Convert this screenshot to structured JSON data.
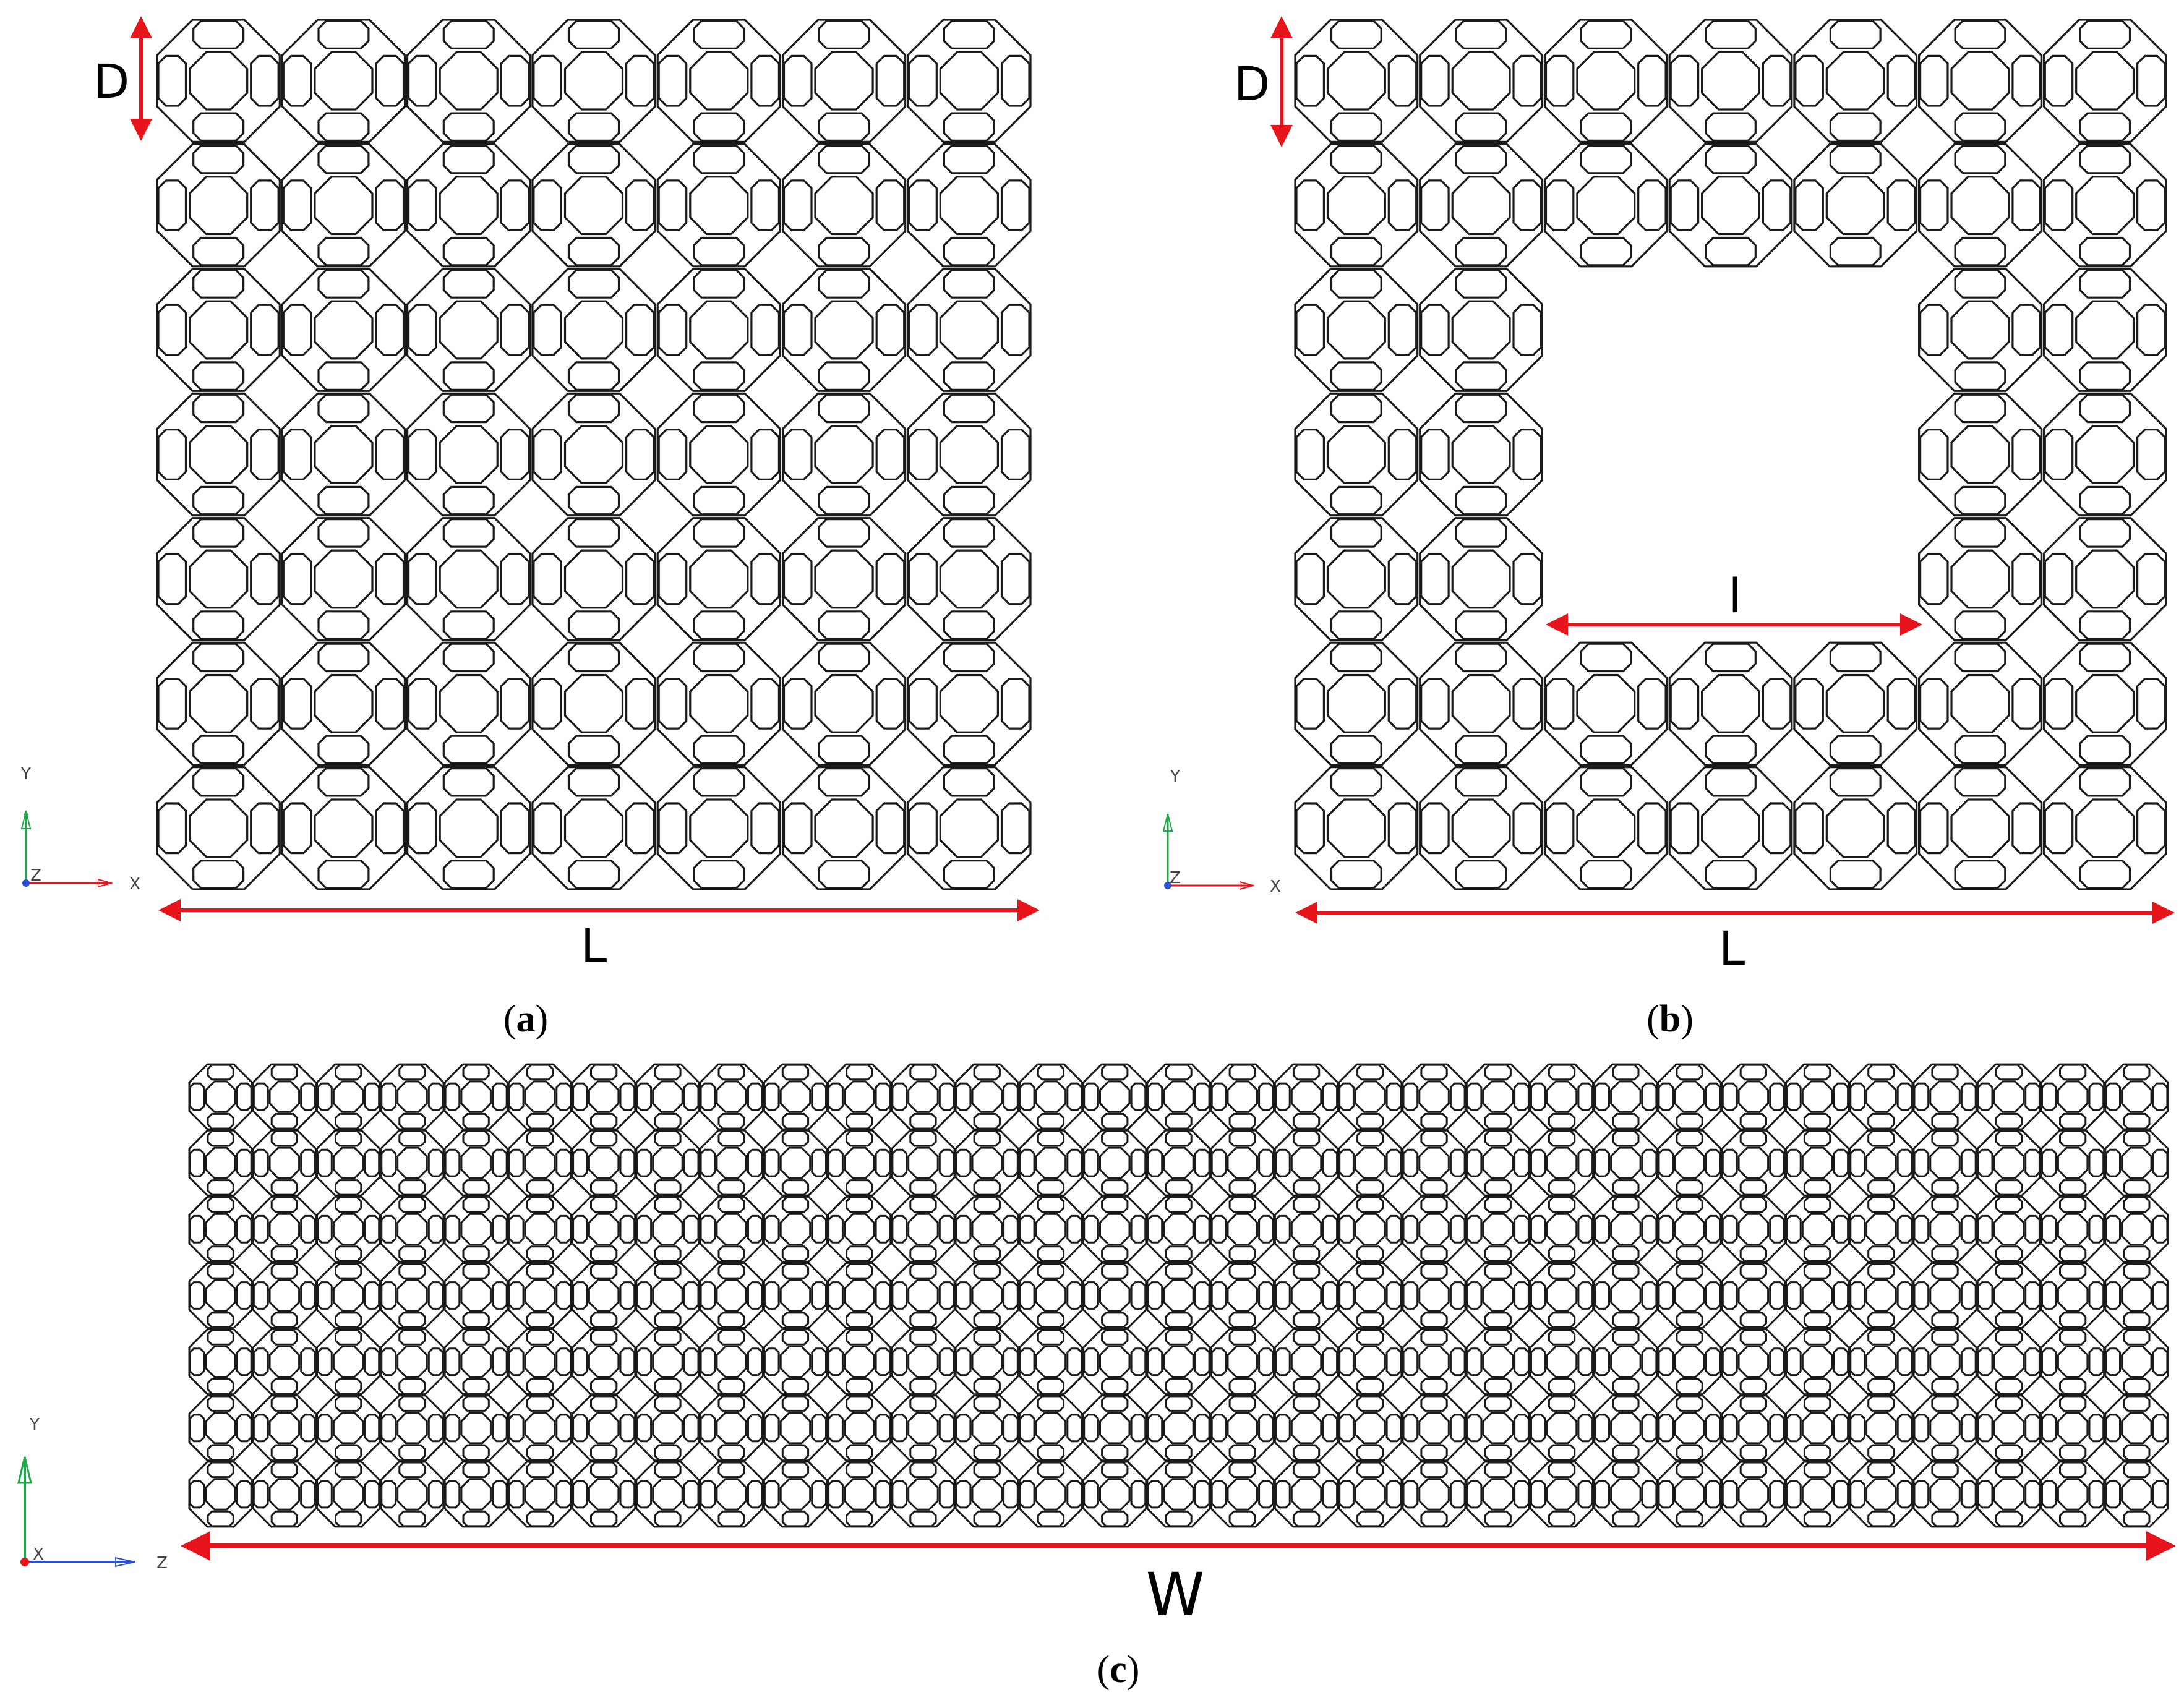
{
  "panels": [
    {
      "id": "a",
      "caption": "a",
      "cols": 7,
      "rows": 7,
      "hole": null,
      "dims": {
        "depth": "D",
        "length": "L"
      },
      "axes": {
        "vertical": "Y",
        "horizontal": "X",
        "out": "Z"
      }
    },
    {
      "id": "b",
      "caption": "b",
      "cols": 7,
      "rows": 7,
      "hole": {
        "c0": 2,
        "c1": 5,
        "r0": 2,
        "r1": 5
      },
      "dims": {
        "depth": "D",
        "length": "L",
        "hole": "l"
      },
      "axes": {
        "vertical": "Y",
        "horizontal": "X",
        "out": "Z"
      }
    },
    {
      "id": "c",
      "caption": "c",
      "cols": 31,
      "rows": 7,
      "hole": null,
      "dims": {
        "width": "W"
      },
      "axes": {
        "vertical": "Y",
        "horizontal": "Z",
        "out": "X"
      }
    }
  ],
  "colors": {
    "lattice": "#1a1a1a",
    "dimension": "#e8141c",
    "axis_y": "#1fa84a",
    "axis_x": "#e8141c",
    "axis_z": "#2a4fd0"
  }
}
